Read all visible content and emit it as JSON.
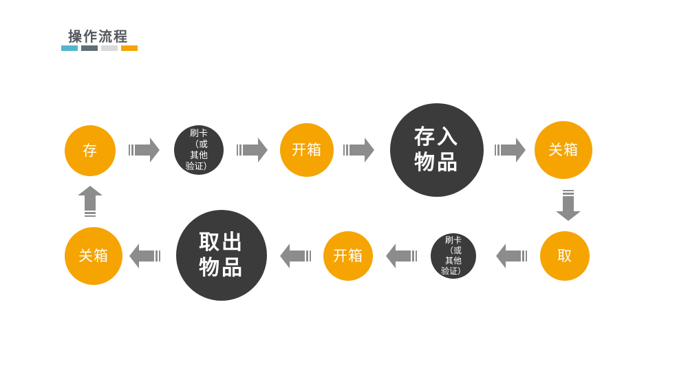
{
  "slide": {
    "title": "操作流程",
    "accent_bars": [
      {
        "name": "teal",
        "color": "#4FB8CC"
      },
      {
        "name": "slate",
        "color": "#5E6E78"
      },
      {
        "name": "light-gray",
        "color": "#D9D9D9"
      },
      {
        "name": "orange",
        "color": "#F5A402"
      }
    ]
  },
  "colors": {
    "title": "#54585D",
    "step_circle": "#F5A402",
    "verify_circle": "#3B3B3B",
    "arrow": "#8C8C8C",
    "label": "#FFFFFF"
  },
  "flow": {
    "top_row": {
      "store": {
        "label": "存"
      },
      "verify": {
        "label": "刷卡\n（或\n其他\n验证）"
      },
      "open": {
        "label": "开箱"
      },
      "deposit": {
        "label": "存入\n物品"
      },
      "close": {
        "label": "关箱"
      }
    },
    "bottom_row": {
      "take": {
        "label": "取"
      },
      "verify": {
        "label": "刷卡\n（或\n其他\n验证）"
      },
      "open": {
        "label": "开箱"
      },
      "withdraw": {
        "label": "取出\n物品"
      },
      "close": {
        "label": "关箱"
      }
    }
  }
}
